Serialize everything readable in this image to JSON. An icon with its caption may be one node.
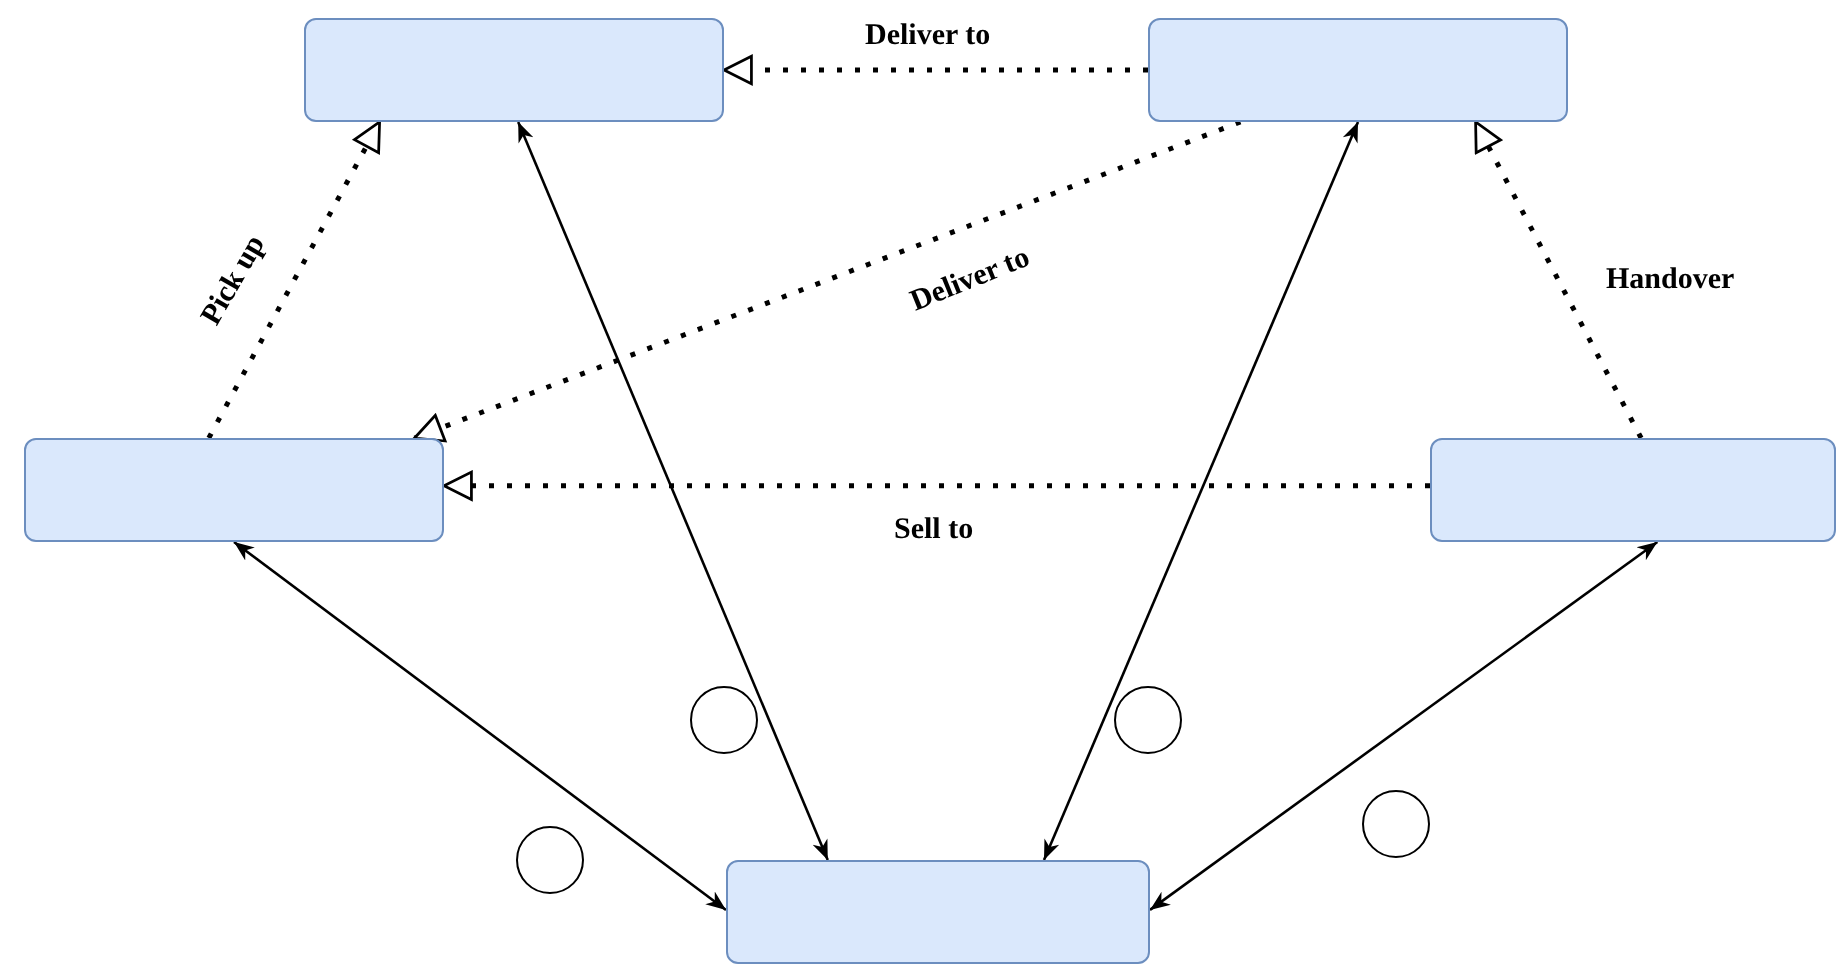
{
  "diagram": {
    "nodes": [
      {
        "text": [],
        "shape": "box"
      },
      {
        "text": [],
        "shape": "box"
      },
      {
        "text": [],
        "shape": "box"
      },
      {
        "text": [],
        "shape": "box"
      },
      {
        "text": [],
        "shape": "box"
      },
      {
        "text": [],
        "shape": "circle"
      },
      {
        "text": [],
        "shape": "circle"
      },
      {
        "text": [],
        "shape": "circle"
      },
      {
        "text": [],
        "shape": "circle"
      }
    ],
    "edges": [
      {
        "from": 1,
        "to": 0,
        "arrow": "to",
        "label": "Deliver to",
        "style": "dashed"
      },
      {
        "from": 1,
        "to": 2,
        "arrow": "to",
        "label": "Deliver to",
        "style": "dashed"
      },
      {
        "from": 2,
        "to": 0,
        "arrow": "to",
        "label": "Pick up",
        "style": "dashed"
      },
      {
        "from": 3,
        "to": 1,
        "arrow": "to",
        "label": "Handover",
        "style": "dashed"
      },
      {
        "from": 3,
        "to": 2,
        "arrow": "to",
        "label": "Sell to",
        "style": "dashed"
      },
      {
        "from": 0,
        "to": 4,
        "arrow": "both"
      },
      {
        "from": 1,
        "to": 4,
        "arrow": "both"
      },
      {
        "from": 2,
        "to": 4,
        "arrow": "both"
      },
      {
        "from": 3,
        "to": 4,
        "arrow": "both"
      }
    ]
  }
}
